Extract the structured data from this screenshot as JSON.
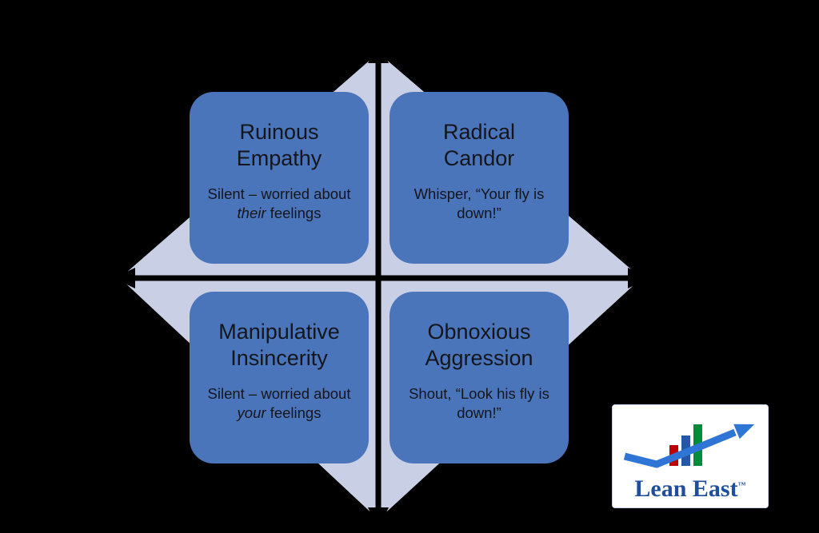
{
  "colors": {
    "background": "#000000",
    "diamond_color": "#c9cfe5",
    "box_color": "#4a75ba",
    "axis_color": "#000000",
    "bar_red": "#c00000",
    "bar_blue": "#2457a7",
    "bar_green": "#008c3a",
    "arrow_blue": "#2e75d6",
    "logo_text": "#1f4e9c"
  },
  "quadrants": [
    {
      "id": "top-left",
      "title_line1": "Ruinous",
      "title_line2": "Empathy",
      "body_prefix": "Silent – worried about ",
      "body_italic": "their",
      "body_suffix": " feelings"
    },
    {
      "id": "top-right",
      "title_line1": "Radical",
      "title_line2": "Candor",
      "body_prefix": "Whisper, “Your fly is down!”",
      "body_italic": "",
      "body_suffix": ""
    },
    {
      "id": "bottom-left",
      "title_line1": "Manipulative",
      "title_line2": "Insincerity",
      "body_prefix": "Silent – worried about ",
      "body_italic": "your",
      "body_suffix": " feelings"
    },
    {
      "id": "bottom-right",
      "title_line1": "Obnoxious",
      "title_line2": "Aggression",
      "body_prefix": "Shout, “Look his fly is down!”",
      "body_italic": "",
      "body_suffix": ""
    }
  ],
  "logo": {
    "text": "Lean East",
    "tm": "™"
  }
}
